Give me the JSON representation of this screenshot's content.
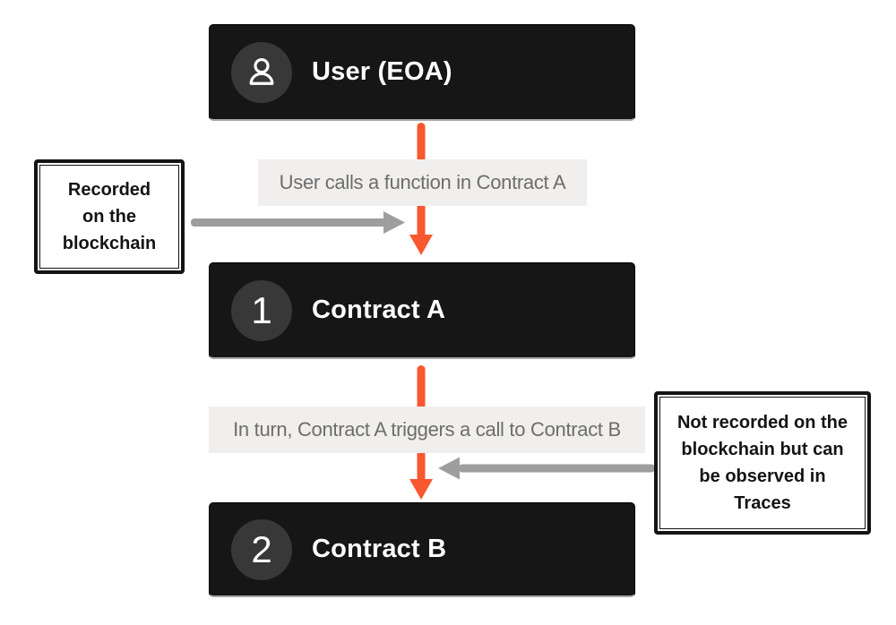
{
  "colors": {
    "page_bg": "#ffffff",
    "node_bg": "#161616",
    "node_bottom_edge": "#a6a6a6",
    "badge_bg": "#383838",
    "node_title_text": "#ffffff",
    "edge_label_bg": "#f0efed",
    "edge_label_text": "#6d6d6d",
    "arrow_orange": "#f8572f",
    "arrow_gray": "#9e9e9e",
    "note_bg": "#ffffff",
    "note_border": "#141414",
    "note_text": "#141414",
    "person_icon_stroke": "#ffffff"
  },
  "nodes": {
    "user": {
      "title": "User (EOA)",
      "icon": "person-icon"
    },
    "contract_a": {
      "title": "Contract A",
      "badge": "1"
    },
    "contract_b": {
      "title": "Contract B",
      "badge": "2"
    }
  },
  "edges": {
    "user_to_a": {
      "label": "User calls a function in Contract A"
    },
    "a_to_b": {
      "label": "In turn, Contract A triggers a call to Contract B"
    }
  },
  "notes": {
    "left": {
      "text": "Recorded on the blockchain",
      "lines": [
        "Recorded",
        "on the",
        "blockchain"
      ]
    },
    "right": {
      "text": "Not recorded on the blockchain but can be observed in Traces",
      "lines": [
        "Not recorded on the",
        "blockchain but can",
        "be observed in",
        "Traces"
      ]
    }
  }
}
